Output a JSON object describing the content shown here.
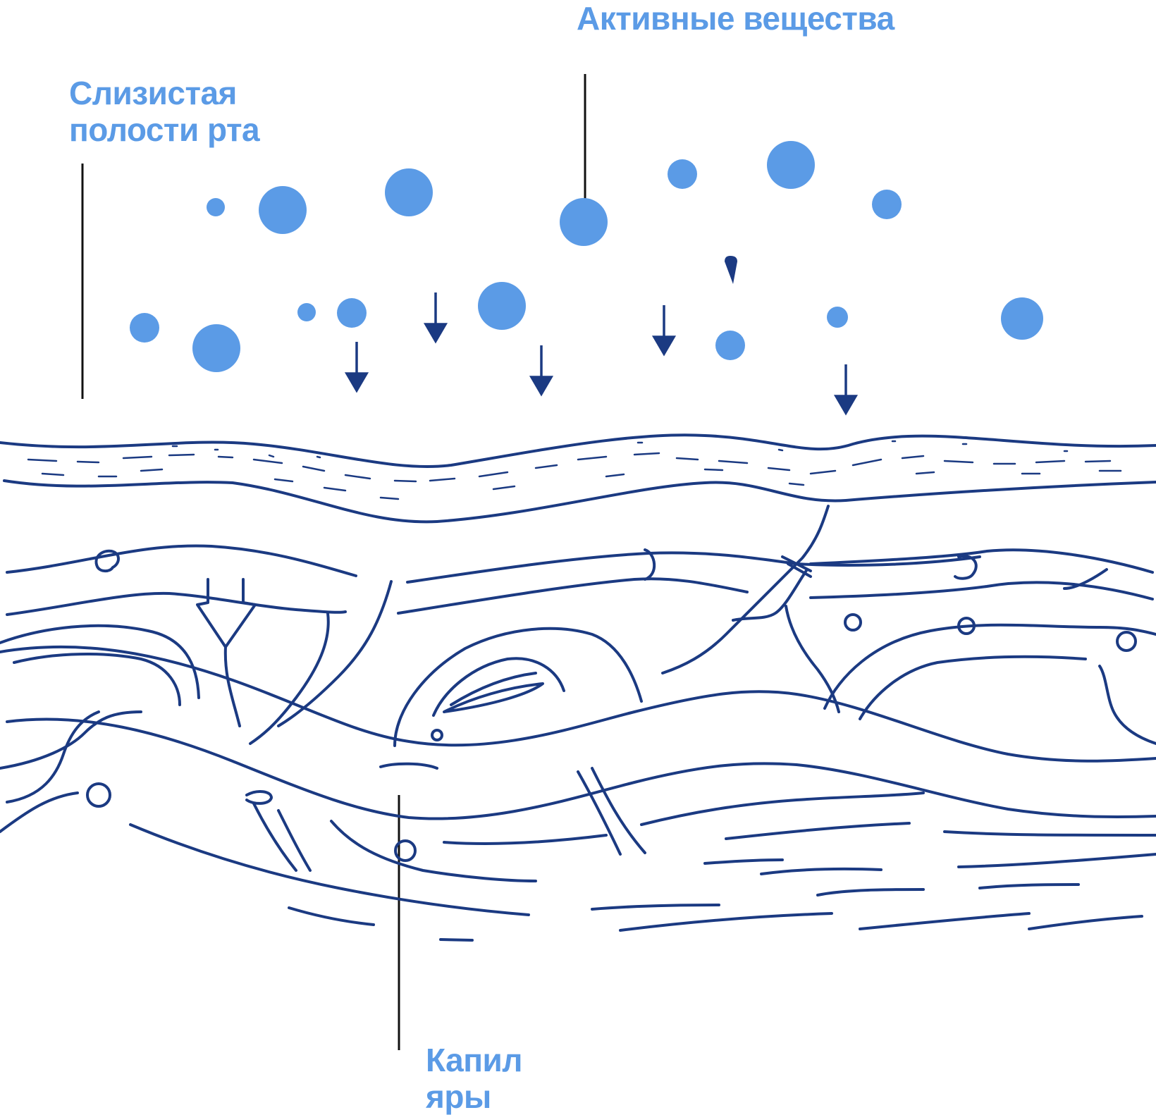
{
  "labels": {
    "active_substances": "Активные вещества",
    "mucosa_line1": "Слизистая",
    "mucosa_line2": "полости рта",
    "capillaries_line1": "Капил",
    "capillaries_line2": "яры"
  },
  "colors": {
    "label": "#5b9be6",
    "particle": "#5b9be6",
    "tissue_stroke": "#1b3a82",
    "pointer_line": "#111111",
    "background": "#ffffff"
  }
}
